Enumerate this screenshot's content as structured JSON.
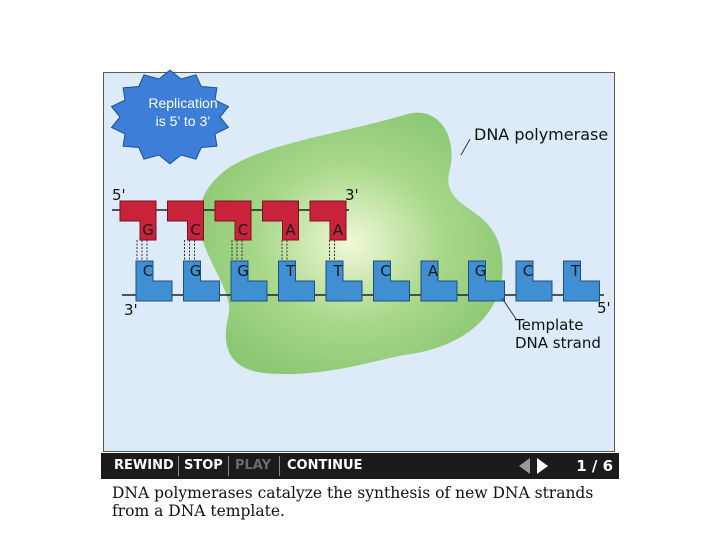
{
  "callout": {
    "line1": "Replication",
    "line2": "is 5’ to 3’"
  },
  "labels": {
    "enzyme": "DNA polymerase",
    "new_5": "5'",
    "new_3": "3'",
    "template_3": "3'",
    "template_5": "5'",
    "template_line1": "Template",
    "template_line2": "DNA strand"
  },
  "new_strand": [
    "G",
    "C",
    "C",
    "A",
    "A"
  ],
  "template_strand": [
    "C",
    "G",
    "G",
    "T",
    "T",
    "C",
    "A",
    "G",
    "C",
    "T"
  ],
  "colors": {
    "new_strand": "#c8233b",
    "template_strand": "#3f8fd2",
    "enzyme": "#8fcf70",
    "callout_fill": "#3d7fd8",
    "background": "#dcebf7"
  },
  "controls": {
    "rewind": "REWIND",
    "stop": "STOP",
    "play": "PLAY",
    "continue": "CONTINUE",
    "page": "1 / 6"
  },
  "caption": "DNA polymerases catalyze the synthesis of new DNA strands from a DNA template."
}
